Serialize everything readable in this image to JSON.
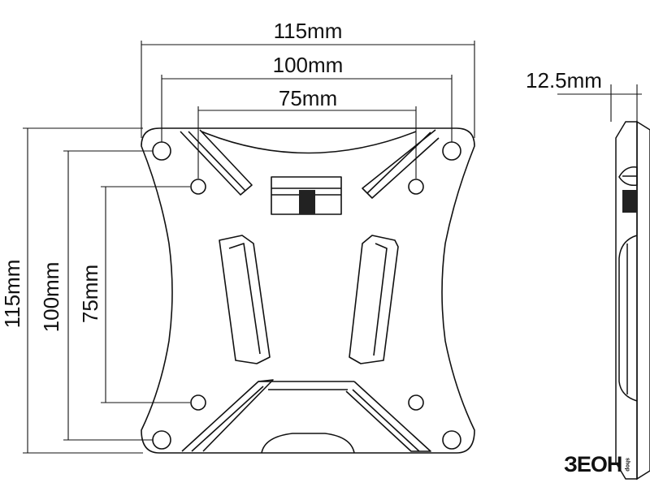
{
  "dimensions": {
    "width_115": "115mm",
    "width_100": "100mm",
    "width_75": "75mm",
    "height_115": "115mm",
    "height_100": "100mm",
    "height_75": "75mm",
    "depth": "12.5mm"
  },
  "brand": {
    "logo_main": "ЗЕОН",
    "logo_sub": "shop",
    "logo_color": "#111111"
  },
  "colors": {
    "line": "#111111",
    "background": "#ffffff"
  }
}
